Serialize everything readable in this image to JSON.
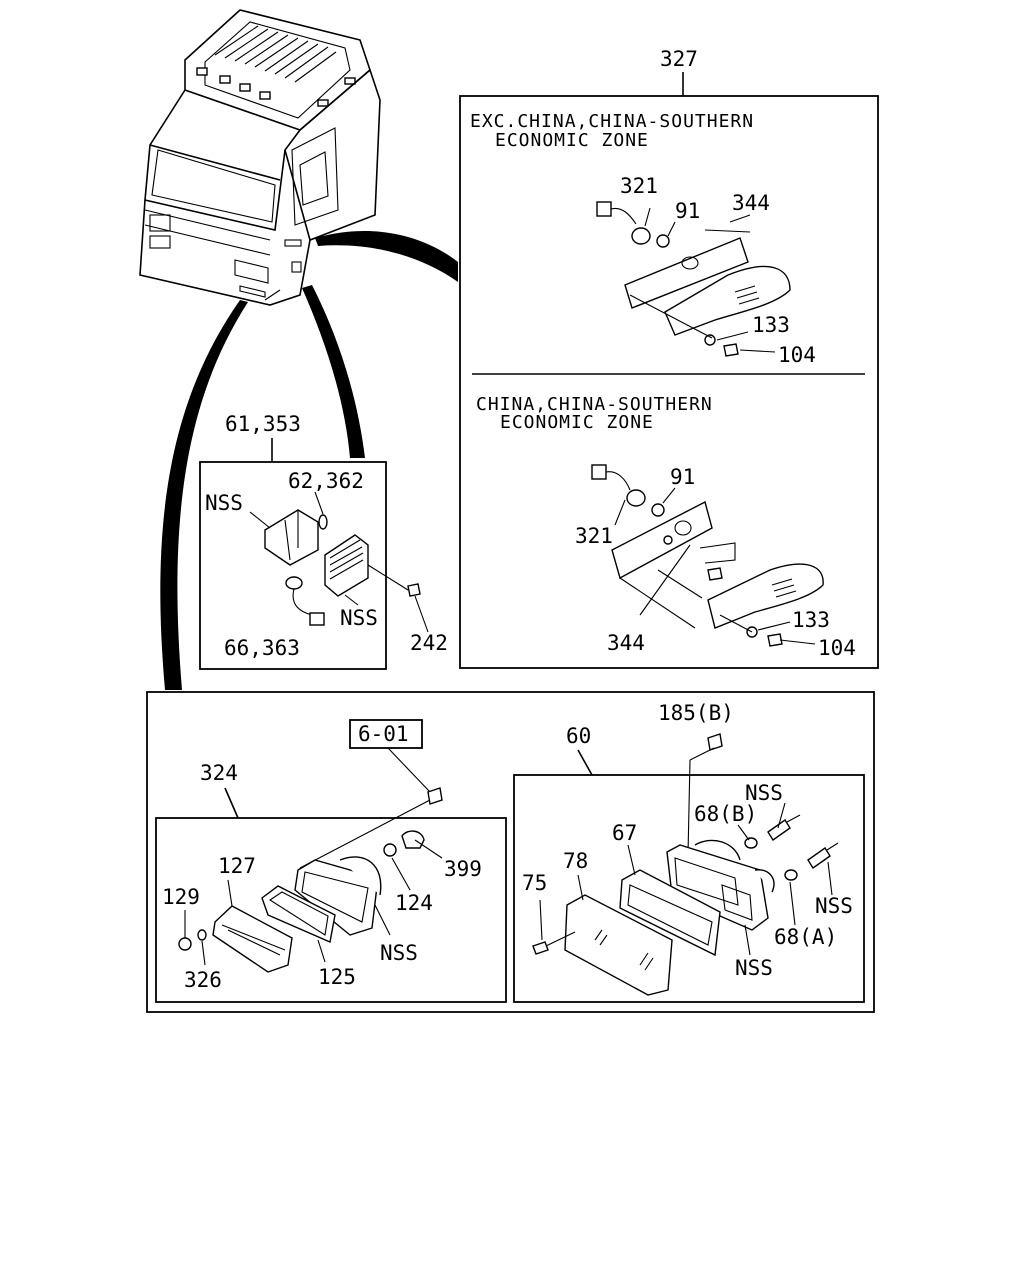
{
  "diagram": {
    "top_right": {
      "ref": "327",
      "sections": [
        {
          "header_line1": "EXC.CHINA,CHINA-SOUTHERN",
          "header_line2": "ECONOMIC ZONE",
          "labels": {
            "p321": "321",
            "p91": "91",
            "p344": "344",
            "p133": "133",
            "p104": "104"
          }
        },
        {
          "header_line1": "CHINA,CHINA-SOUTHERN",
          "header_line2": "ECONOMIC ZONE",
          "labels": {
            "p91": "91",
            "p321": "321",
            "p344": "344",
            "p133": "133",
            "p104": "104"
          }
        }
      ]
    },
    "side_lamp": {
      "ref": "61,353",
      "labels": {
        "p62": "62,362",
        "nss_top": "NSS",
        "nss_mid": "NSS",
        "p66": "66,363",
        "p242": "242"
      }
    },
    "bottom": {
      "ref_box": "6-01",
      "left": {
        "ref": "324",
        "labels": {
          "p399": "399",
          "p124": "124",
          "p127": "127",
          "p129": "129",
          "p326": "326",
          "p125": "125",
          "nss": "NSS"
        }
      },
      "right": {
        "ref": "60",
        "labels": {
          "p185": "185(B)",
          "nss_top": "NSS",
          "p68b": "68(B)",
          "p67": "67",
          "p78": "78",
          "p75": "75",
          "nss_right": "NSS",
          "p68a": "68(A)",
          "nss_bottom": "NSS"
        }
      }
    }
  }
}
